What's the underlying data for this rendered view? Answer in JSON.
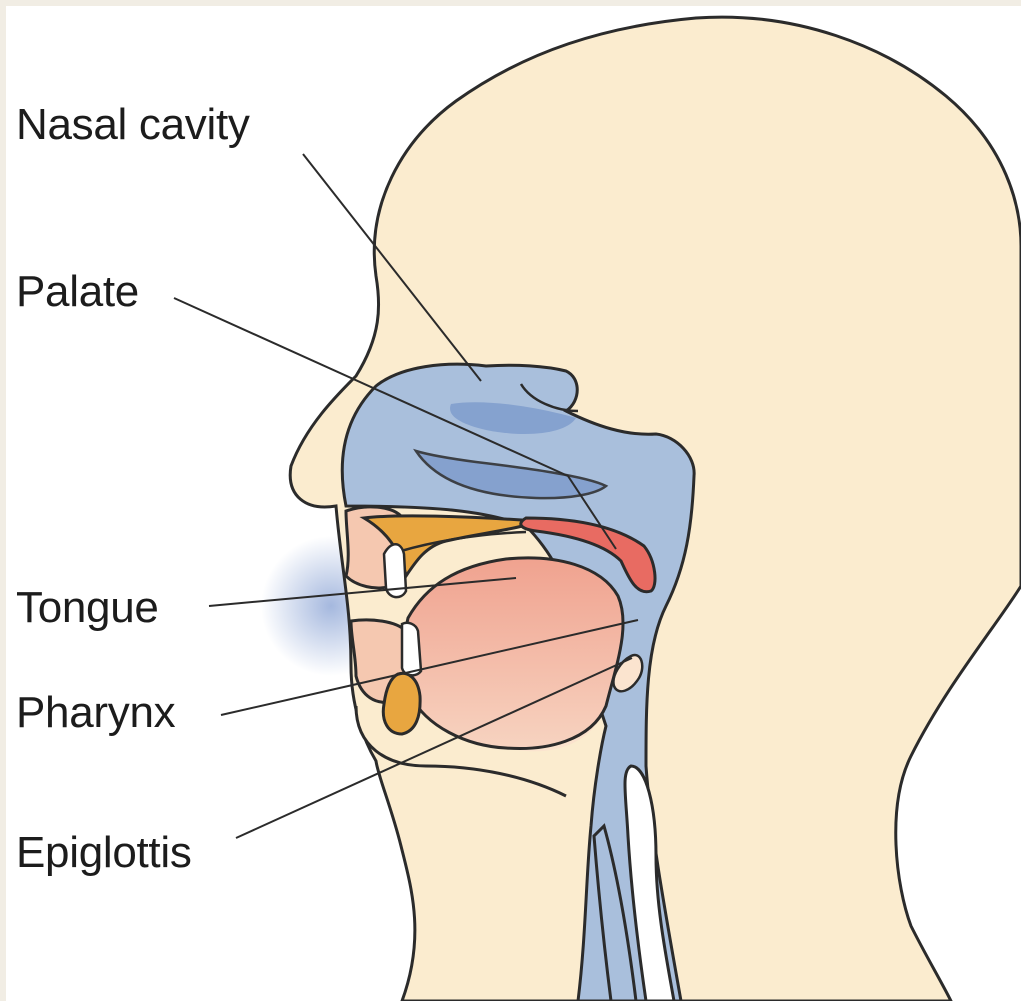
{
  "labels": {
    "nasal_cavity": "Nasal cavity",
    "palate": "Palate",
    "tongue": "Tongue",
    "pharynx": "Pharynx",
    "epiglottis": "Epiglottis"
  },
  "colors": {
    "page_background": "#f1ede4",
    "panel": "#ffffff",
    "skin": "#fbeccf",
    "airway": "#a9bfdc",
    "airway_dark": "#7f9ccc",
    "tongue": "#f0aa98",
    "palate": "#e86b62",
    "lip": "#f5c8b0",
    "bone": "#e8a640",
    "outline": "#2b2b2b"
  }
}
